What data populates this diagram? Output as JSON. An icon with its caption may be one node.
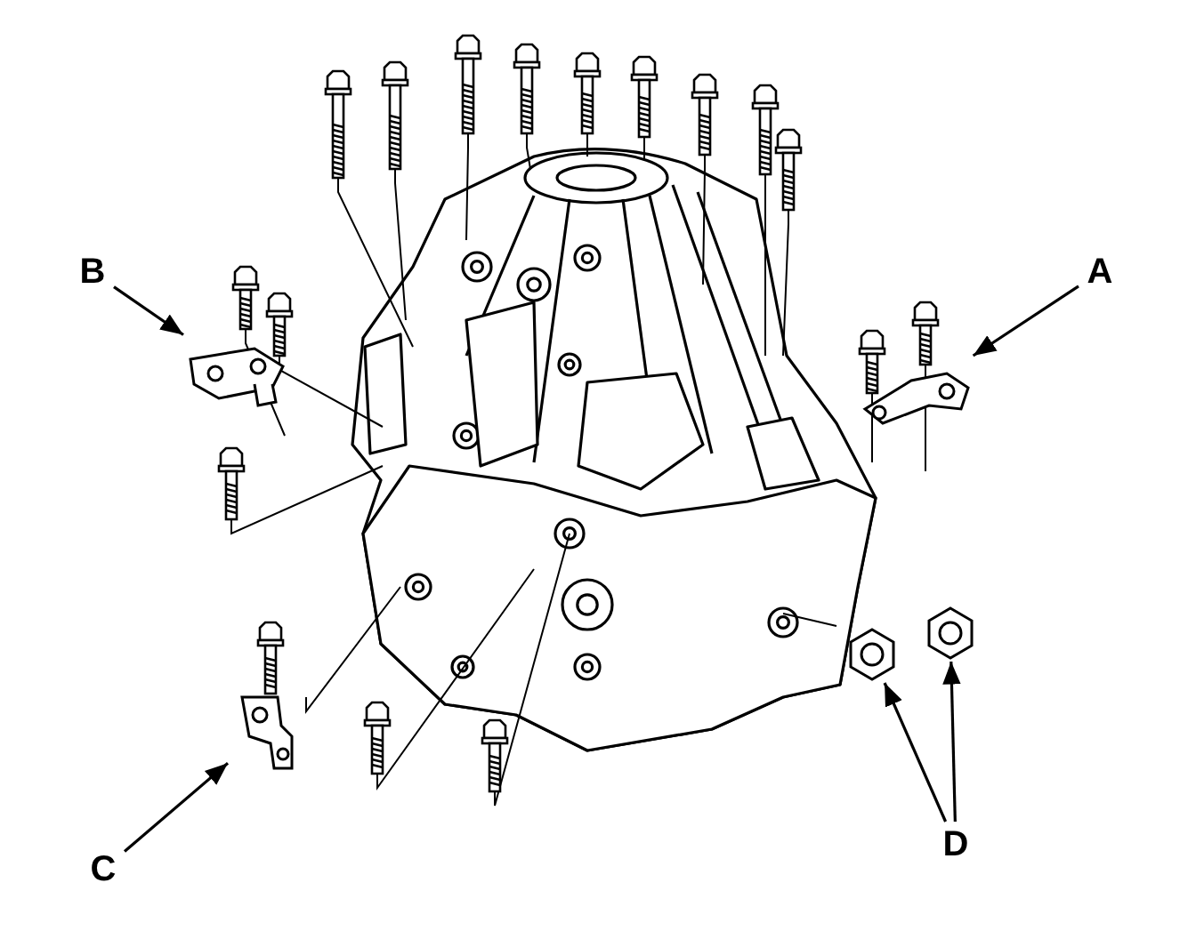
{
  "diagram": {
    "nodes": [
      {
        "text": [
          "B"
        ]
      },
      {
        "text": [],
        "shape": "picture"
      },
      {
        "text": [
          "A"
        ]
      },
      {
        "text": [],
        "shape": "picture"
      },
      {
        "text": [],
        "shape": "picture"
      },
      {
        "text": [],
        "shape": "picture"
      },
      {
        "text": [
          "C"
        ]
      },
      {
        "text": [],
        "shape": "picture"
      },
      {
        "text": [
          "D"
        ]
      }
    ],
    "edges": [
      {
        "from": 0,
        "to": 1,
        "arrow": "to"
      },
      {
        "from": 2,
        "to": 3,
        "arrow": "to"
      },
      {
        "from": 6,
        "to": 7,
        "arrow": "to"
      },
      {
        "from": 8,
        "to": 4,
        "arrow": "to"
      },
      {
        "from": 8,
        "to": 5,
        "arrow": "to"
      }
    ]
  }
}
